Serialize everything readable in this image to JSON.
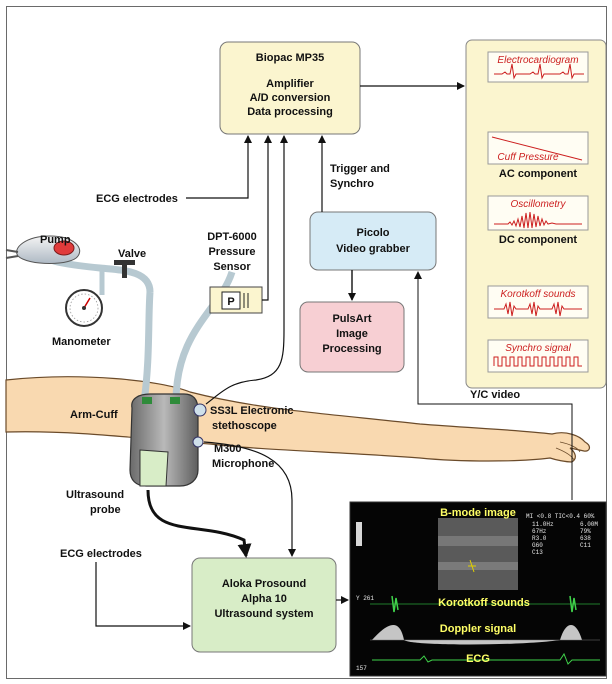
{
  "colors": {
    "yellow_box": "#fbf5cf",
    "blue_box": "#d6ebf6",
    "pink_box": "#f7cfd3",
    "green_box": "#d8edc7",
    "signal_red": "#cc1f1f",
    "arrow": "#111111",
    "skin": "#f9d9b0"
  },
  "boxes": {
    "biopac": [
      "Biopac MP35",
      "Amplifier",
      "A/D conversion",
      "Data processing"
    ],
    "picolo": [
      "Picolo",
      "Video grabber"
    ],
    "pulsart": [
      "PulsArt",
      "Image",
      "Processing"
    ],
    "aloka": [
      "Aloka Prosound",
      "Alpha 10",
      "Ultrasound system"
    ]
  },
  "labels": {
    "ecg_top": "ECG electrodes",
    "ecg_bottom": "ECG electrodes",
    "pump": "Pump",
    "valve": "Valve",
    "manometer": "Manometer",
    "pressure_sensor": [
      "DPT-6000",
      "Pressure",
      "Sensor"
    ],
    "sensor_letter": "P",
    "trigger": [
      "Trigger and",
      "Synchro"
    ],
    "yc_video": "Y/C video",
    "arm_cuff": "Arm-Cuff",
    "stethoscope": [
      "SS3L Electronic",
      "stethoscope"
    ],
    "microphone": [
      "M300",
      "Microphone"
    ],
    "ultrasound_probe": [
      "Ultrasound",
      "probe"
    ]
  },
  "signals": {
    "ecg": "Electrocardiogram",
    "cuff": "Cuff Pressure",
    "ac": "AC component",
    "osc": "Oscillometry",
    "dc": "DC component",
    "korotkoff": "Korotkoff sounds",
    "synchro": "Synchro signal"
  },
  "screen": {
    "bmode": "B-mode image",
    "korotkoff": "Korotkoff sounds",
    "doppler": "Doppler signal",
    "ecg": "ECG"
  },
  "screen_readouts": [
    "MI <0.8 TIC<0.4 60%",
    "11.0Hz",
    "67Hz",
    "R3.0",
    "G60",
    "C13",
    "6.00M",
    "79%",
    "638",
    "C11",
    "Y 261",
    "157"
  ]
}
